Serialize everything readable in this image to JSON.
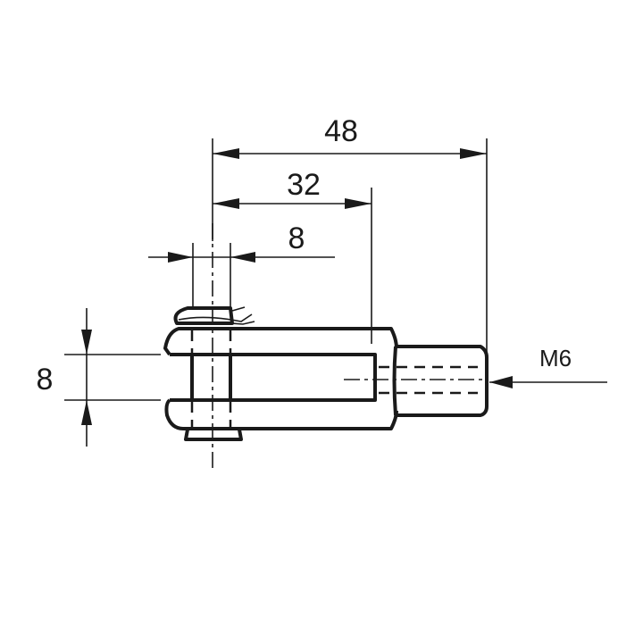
{
  "drawing": {
    "dimensions": {
      "overall_length": "48",
      "slot_depth": "32",
      "pin_diameter": "8",
      "slot_width": "8"
    },
    "thread_label": "M6"
  }
}
